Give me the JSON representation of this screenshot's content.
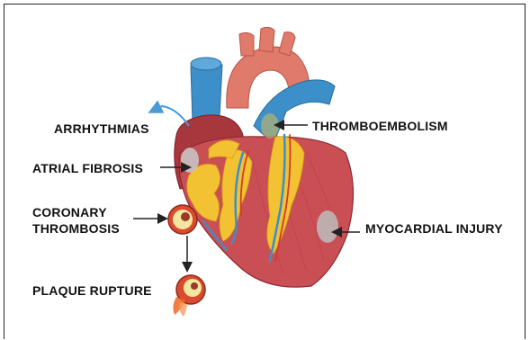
{
  "labels": {
    "arrhythmias": "ARRHYTHMIAS",
    "thromboembolism": "THROMBOEMBOLISM",
    "atrial_fibrosis": "ATRIAL FIBROSIS",
    "coronary_line1": "CORONARY",
    "coronary_line2": "THROMBOSIS",
    "myocardial_injury": "MYOCARDIAL INJURY",
    "plaque_rupture": "PLAQUE RUPTURE"
  },
  "colors": {
    "myocardium": "#c94f55",
    "myocardium_dark": "#a8363d",
    "fat": "#f2c232",
    "aorta": "#e07a6a",
    "vein_blue": "#3d8fc9",
    "vessel_red": "#d23a2e",
    "arrow": "#222222",
    "curved_arrow": "#4a9ad4"
  }
}
